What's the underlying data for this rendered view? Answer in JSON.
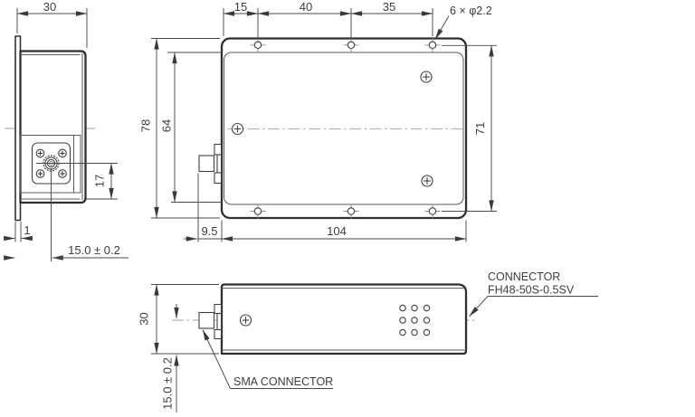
{
  "views": {
    "side": {
      "width": "30",
      "connector_to_bottom": "17",
      "plate_thickness": "1",
      "mount_to_connector": "15.0 ± 0.2"
    },
    "top": {
      "pitch_a": "15",
      "pitch_b": "40",
      "pitch_c": "35",
      "holes_note": "6 × φ2.2",
      "full_height": "78",
      "lid_height": "64",
      "hole_span": "71",
      "connector_protrusion": "9.5",
      "full_width": "104"
    },
    "front": {
      "height": "30",
      "bottom_to_connector": "15.0 ± 0.2",
      "sma_note": "SMA CONNECTOR",
      "connector_note_line1": "CONNECTOR",
      "connector_note_line2": "FH48-50S-0.5SV"
    }
  },
  "colors": {
    "outline": "#2f2f2f",
    "thin_line": "#5a5a5a",
    "dim_line": "#4a4a4a",
    "centerline": "#b5b5b5",
    "text": "#3d3d3d",
    "background": "#ffffff"
  }
}
